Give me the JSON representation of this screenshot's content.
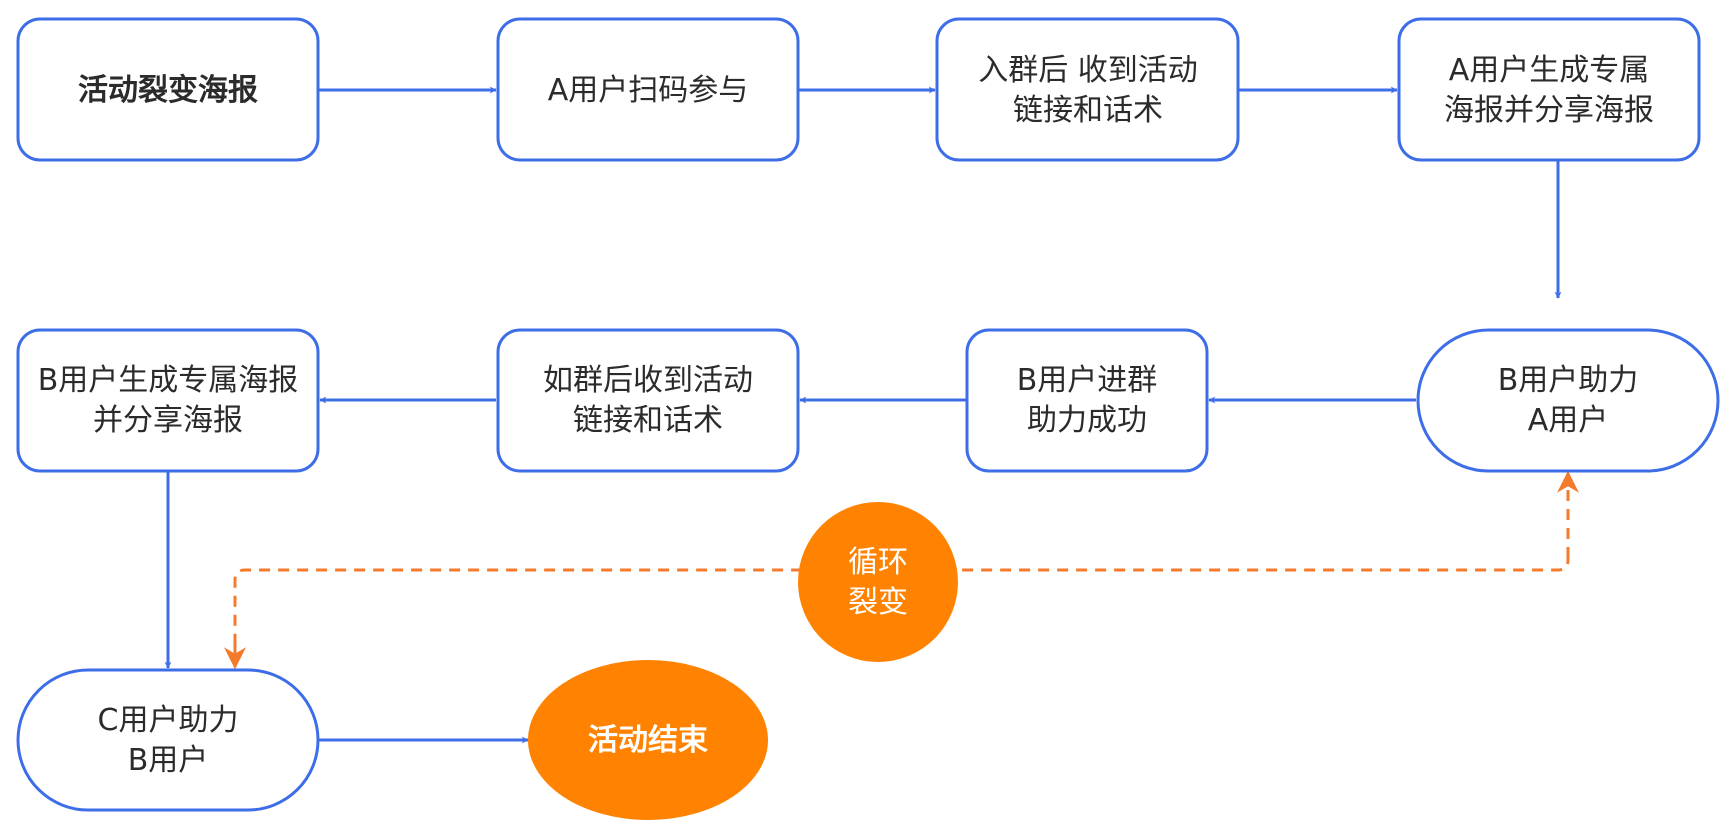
{
  "colors": {
    "blue": "#3d6ee8",
    "orange": "#ff8200",
    "orange_dash": "#f47a2c",
    "text": "#2b2b2b",
    "white": "#ffffff"
  },
  "nodes": {
    "start": {
      "lines": [
        "活动裂变海报"
      ]
    },
    "a_scan": {
      "lines": [
        "A用户扫码参与"
      ]
    },
    "a_join": {
      "lines": [
        "入群后 收到活动",
        "链接和话术"
      ]
    },
    "a_poster": {
      "lines": [
        "A用户生成专属",
        "海报并分享海报"
      ]
    },
    "b_assist": {
      "lines": [
        "B用户助力",
        "A用户"
      ]
    },
    "b_join": {
      "lines": [
        "B用户进群",
        "助力成功"
      ]
    },
    "b_receive": {
      "lines": [
        "如群后收到活动",
        "链接和话术"
      ]
    },
    "b_poster": {
      "lines": [
        "B用户生成专属海报",
        "并分享海报"
      ]
    },
    "c_assist": {
      "lines": [
        "C用户助力",
        "B用户"
      ]
    },
    "end": {
      "lines": [
        "活动结束"
      ]
    },
    "loop": {
      "lines": [
        "循环",
        "裂变"
      ]
    }
  }
}
